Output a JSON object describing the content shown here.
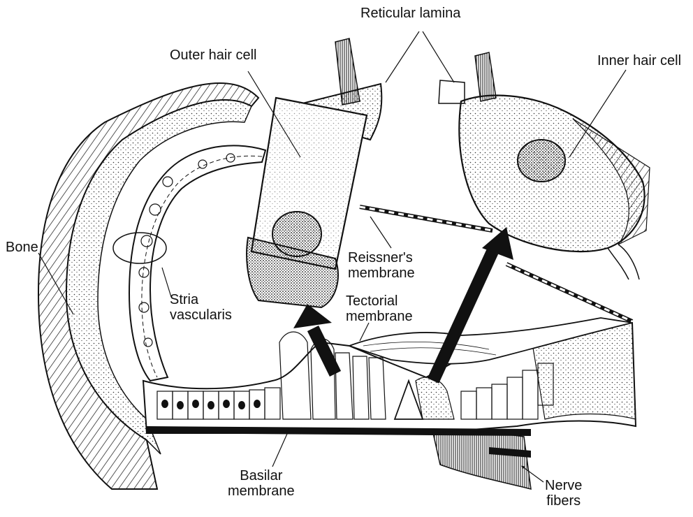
{
  "figure": {
    "colors": {
      "ink": "#111111",
      "paper": "#ffffff",
      "stipple": "#333333"
    }
  },
  "labels": {
    "reticular_lamina": "Reticular lamina",
    "outer_hair_cell": "Outer hair cell",
    "inner_hair_cell": "Inner hair cell",
    "bone": "Bone",
    "stria_vascularis": [
      "Stria",
      "vascularis"
    ],
    "reissners_membrane": [
      "Reissner's",
      "membrane"
    ],
    "tectorial_membrane": [
      "Tectorial",
      "membrane"
    ],
    "basilar_membrane": [
      "Basilar",
      "membrane"
    ],
    "nerve_fibers": [
      "Nerve",
      "fibers"
    ]
  }
}
